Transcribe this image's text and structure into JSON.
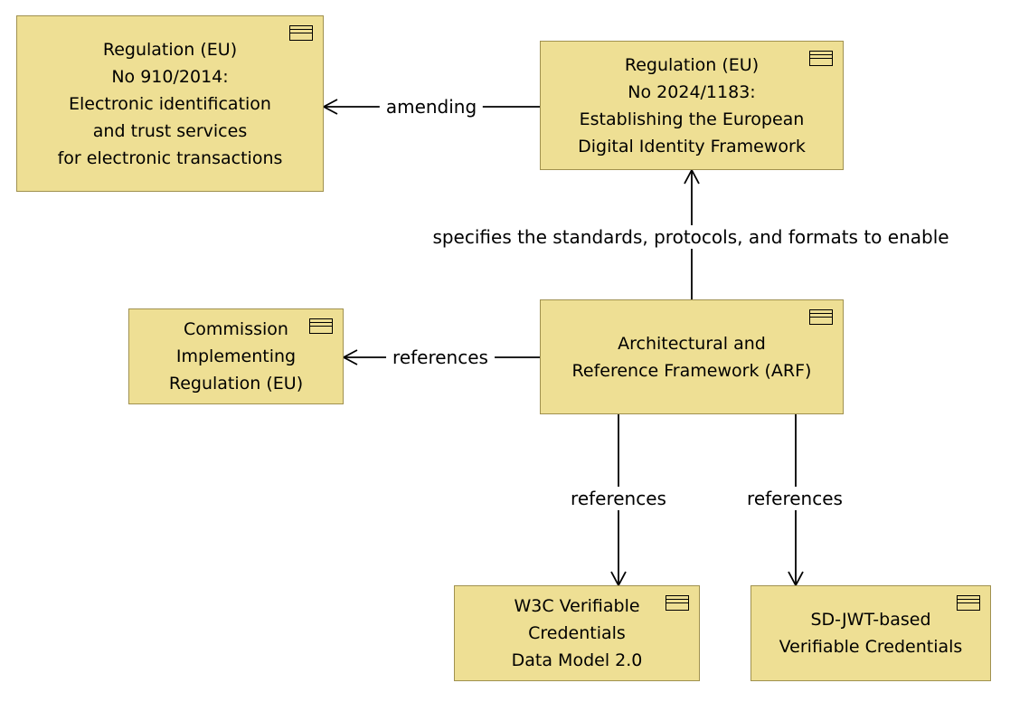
{
  "diagram": {
    "type": "uml-class-diagram",
    "nodes": [
      {
        "id": "regulation-910-2014",
        "label": "Regulation (EU)\nNo 910/2014:\nElectronic identification\nand trust services\nfor electronic transactions"
      },
      {
        "id": "regulation-2024-1183",
        "label": "Regulation (EU)\nNo 2024/1183:\nEstablishing the European\nDigital Identity Framework"
      },
      {
        "id": "commission-implementing-regulation",
        "label": "Commission\nImplementing\nRegulation (EU)"
      },
      {
        "id": "arf",
        "label": "Architectural and\nReference Framework (ARF)"
      },
      {
        "id": "w3c-verifiable-credentials",
        "label": "W3C Verifiable\nCredentials\nData Model 2.0"
      },
      {
        "id": "sd-jwt-verifiable-credentials",
        "label": "SD-JWT-based\nVerifiable Credentials"
      }
    ],
    "edges": [
      {
        "from": "regulation-2024-1183",
        "to": "regulation-910-2014",
        "label": "amending"
      },
      {
        "from": "arf",
        "to": "regulation-2024-1183",
        "label": "specifies the standards, protocols, and formats to enable"
      },
      {
        "from": "arf",
        "to": "commission-implementing-regulation",
        "label": "references"
      },
      {
        "from": "arf",
        "to": "w3c-verifiable-credentials",
        "label": "references"
      },
      {
        "from": "arf",
        "to": "sd-jwt-verifiable-credentials",
        "label": "references"
      }
    ],
    "colors": {
      "node_fill": "#EEDF94",
      "node_border": "#A0914F",
      "line_color": "#000000",
      "text_color": "#000000",
      "background": "#FFFFFF"
    }
  }
}
